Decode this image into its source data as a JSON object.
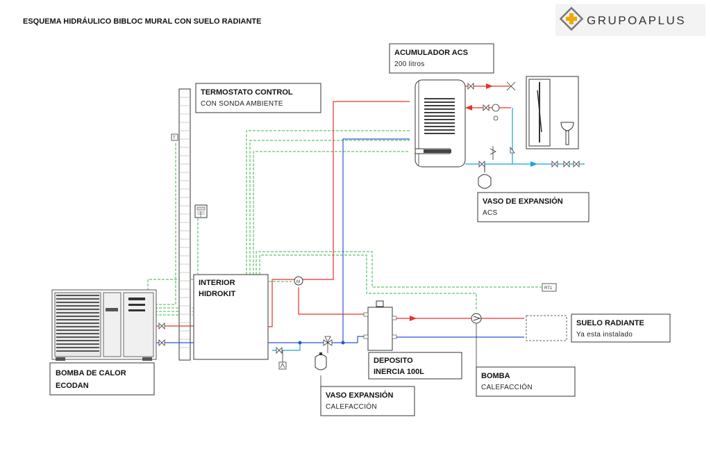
{
  "title": "ESQUEMA HIDRÁULICO BIBLOC MURAL CON SUELO RADIANTE",
  "brand": {
    "name": "GRUPOAPLUS"
  },
  "colors": {
    "hot": "#e8302a",
    "cold": "#2a55d6",
    "acs_cold": "#16a3dc",
    "control": "#3bb54a",
    "pipe": "#333333",
    "brand_orange": "#f2a900"
  },
  "labels": {
    "acumulador": {
      "title": "ACUMULADOR ACS",
      "sub": "200 litros"
    },
    "termostato": {
      "title": "TERMOSTATO CONTROL",
      "sub": "CON SONDA AMBIENTE"
    },
    "vaso_acs": {
      "title": "VASO DE EXPANSIÓN",
      "sub": "ACS"
    },
    "interior": {
      "line1": "INTERIOR",
      "line2": "HIDROKIT"
    },
    "bomba_calor": {
      "line1": "BOMBA DE CALOR",
      "line2": "ECODAN"
    },
    "deposito": {
      "line1": "DEPOSITO",
      "line2": "INERCIA 100L"
    },
    "vaso_cal": {
      "title": "VASO EXPANSIÓN",
      "sub": "CALEFACCIÓN"
    },
    "bomba_cal": {
      "title": "BOMBA",
      "sub": "CALEFACCIÓN"
    },
    "suelo": {
      "title": "SUELO RADIANTE",
      "sub": "Ya esta instalado"
    }
  },
  "tags": {
    "rt1": "RT1",
    "t": "T"
  }
}
